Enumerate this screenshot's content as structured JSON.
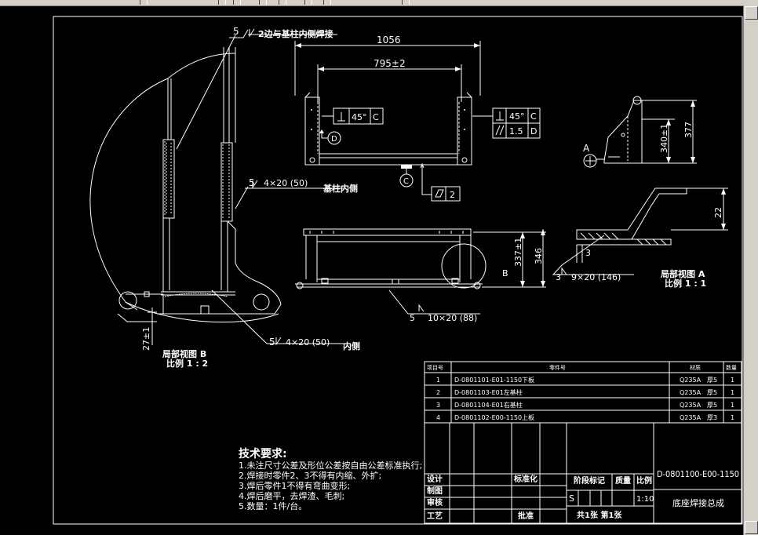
{
  "drawing": {
    "callouts": {
      "top_weld": "2边与基柱内侧焊接",
      "top_weld_size": "5",
      "mid_weld": "4×20 (50)",
      "mid_weld_size": "5",
      "mid_weld_note": "基柱内侧",
      "low_weld": "4×20 (50)",
      "low_weld_size": "5",
      "low_weld_note": "内侧"
    },
    "view_b": {
      "title": "局部视图 B",
      "scale": "比例 1 : 2",
      "dim_27": "27±1"
    },
    "front_view": {
      "dim_total": "1056",
      "dim_inner": "795±2",
      "tol_left_angle": "45°",
      "tol_left_datum": "C",
      "datum_d": "D",
      "tol_right_angle": "45°",
      "tol_right_datum": "C",
      "tol_parallel": "1.5",
      "tol_parallel_datum": "D",
      "datum_c": "C",
      "flatness": "2"
    },
    "side_view": {
      "dim_340": "340±1",
      "dim_377": "377",
      "label_a": "A"
    },
    "bottom_view": {
      "dim_337": "337±1",
      "dim_346": "346",
      "label_b": "B",
      "weld_size": "5",
      "weld_spec": "10×20 (88)"
    },
    "detail_a": {
      "dim_22": "22",
      "dim_3": "3",
      "weld_size": "3",
      "weld_spec": "9×20 (146)",
      "title": "局部视图 A",
      "scale": "比例 1 : 1"
    },
    "tech_requirements": {
      "title": "技术要求:",
      "items": [
        "1.未注尺寸公差及形位公差按自由公差标准执行;",
        "2.焊接时零件2、3不得有内缩、外扩;",
        "3.焊后零件1不得有弯曲变形;",
        "4.焊后磨平，去焊渣、毛刺;",
        "5.数量：1件/台。"
      ]
    }
  },
  "bom": {
    "headers": [
      "项目号",
      "零件号",
      "材质",
      "数量"
    ],
    "rows": [
      {
        "no": "1",
        "part": "D-0801101-E01-1150下板",
        "material": "Q235A",
        "thick": "厚5",
        "qty": "1"
      },
      {
        "no": "2",
        "part": "D-0801103-E01左基柱",
        "material": "Q235A",
        "thick": "厚5",
        "qty": "1"
      },
      {
        "no": "3",
        "part": "D-0801104-E01右基柱",
        "material": "Q235A",
        "thick": "厚5",
        "qty": "1"
      },
      {
        "no": "4",
        "part": "D-0801102-E00-1150上板",
        "material": "Q235A",
        "thick": "厚3",
        "qty": "1"
      }
    ]
  },
  "title_block": {
    "drawing_no": "D-0801100-E00-1150",
    "drawing_name": "底座焊接总成",
    "labels": {
      "design": "设计",
      "draw": "制图",
      "review": "审核",
      "process": "工艺",
      "standard": "标准化",
      "approve": "批准",
      "stage": "阶段标记",
      "weight": "质量",
      "scale": "比例",
      "sheets": "共1张 第1张"
    },
    "stage_mark": "S",
    "scale_value": "1:10"
  }
}
